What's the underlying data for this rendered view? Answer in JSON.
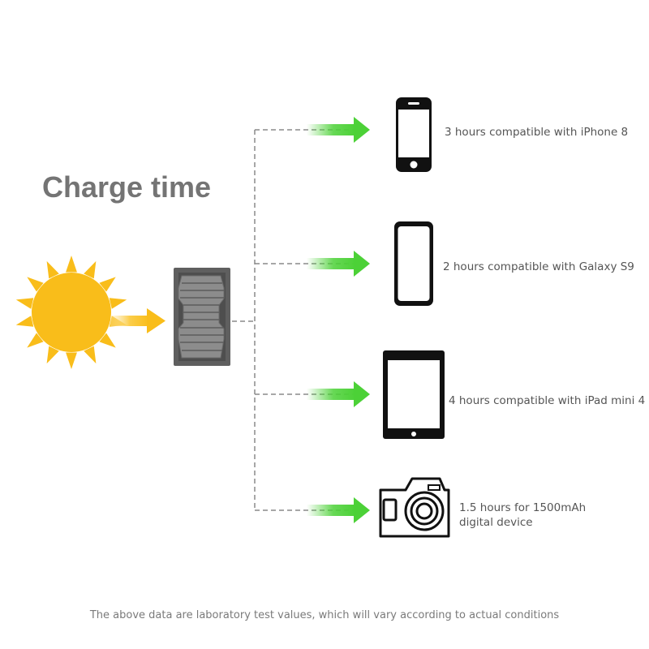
{
  "title": "Charge time",
  "source_icon": "sun-icon",
  "panel_icon": "solar-panel-icon",
  "arrow_color": "#4cd137",
  "sun_color": "#f9bd1a",
  "devices": [
    {
      "icon": "iphone-icon",
      "label": "3 hours compatible with iPhone 8"
    },
    {
      "icon": "galaxy-phone-icon",
      "label": "2 hours compatible with Galaxy S9"
    },
    {
      "icon": "tablet-icon",
      "label": "4 hours compatible with iPad mini 4"
    },
    {
      "icon": "camera-icon",
      "label_line1": "1.5 hours for 1500mAh",
      "label_line2": "digital device"
    }
  ],
  "disclaimer": "The above data are laboratory test values, which will vary according to actual conditions"
}
